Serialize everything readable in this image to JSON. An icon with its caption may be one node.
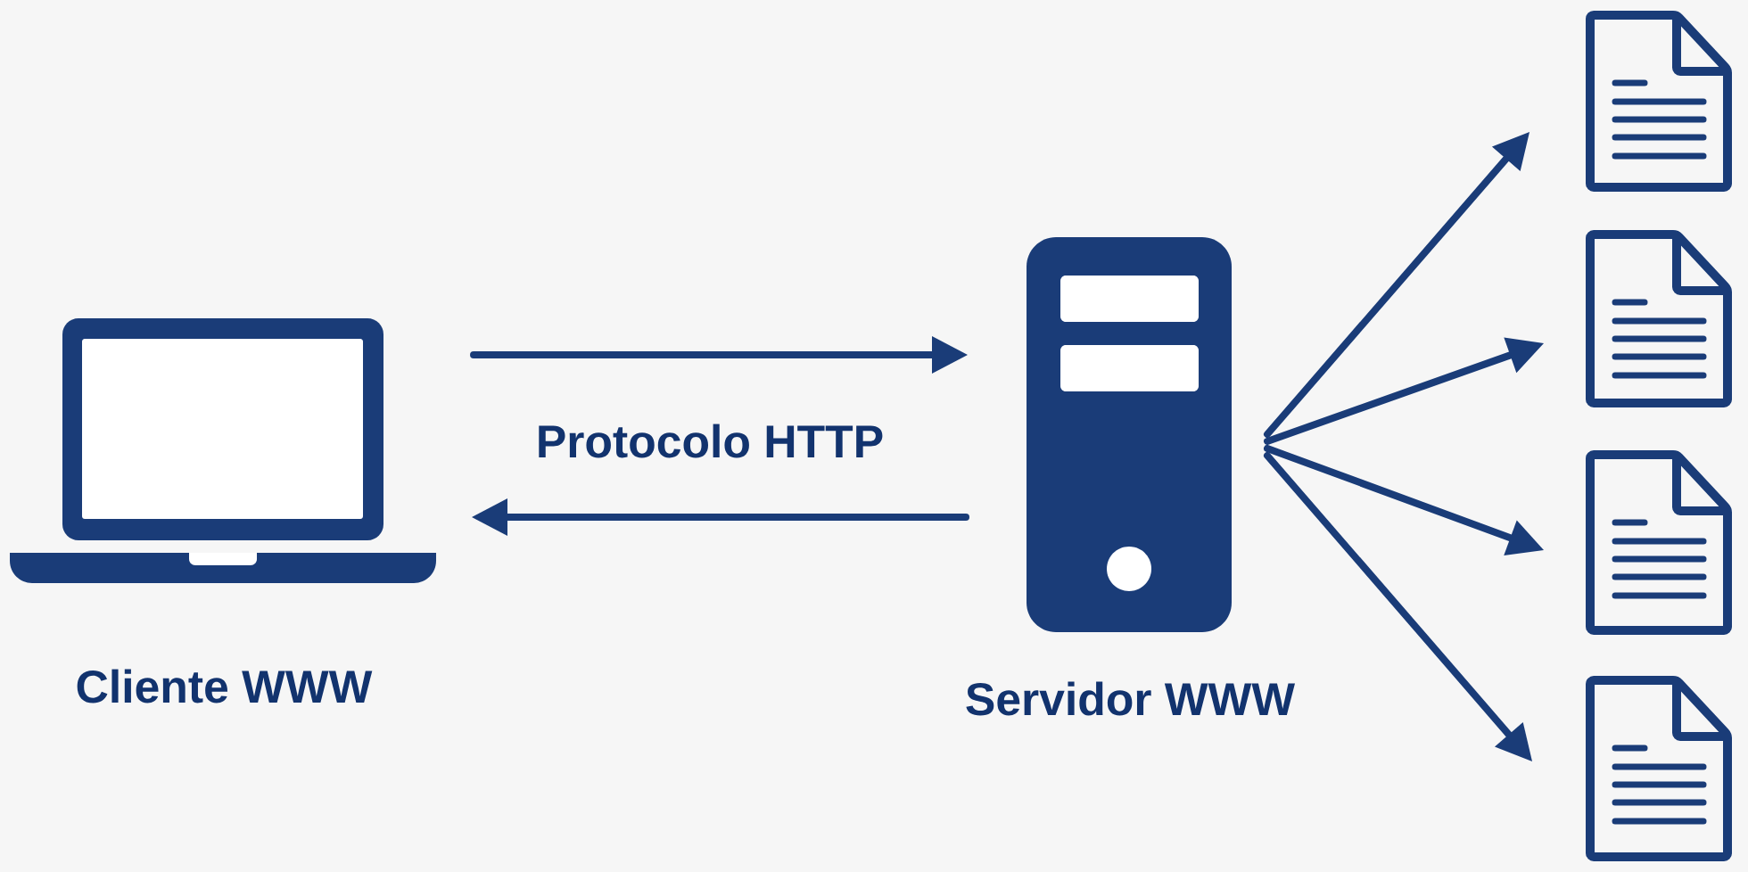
{
  "diagram": {
    "nodes": [
      {
        "text": [],
        "shape": "laptop",
        "beside": [
          "Cliente WWW"
        ]
      },
      {
        "text": [],
        "shape": "server",
        "beside": [
          "Servidor WWW"
        ]
      },
      {
        "text": [],
        "shape": "document"
      },
      {
        "text": [],
        "shape": "document"
      },
      {
        "text": [],
        "shape": "document"
      },
      {
        "text": [],
        "shape": "document"
      }
    ],
    "edges": [
      {
        "from": 0,
        "to": 1,
        "arrow": "to"
      },
      {
        "from": 1,
        "to": 0,
        "arrow": "to"
      },
      {
        "from": 1,
        "to": 2,
        "arrow": "to"
      },
      {
        "from": 1,
        "to": 3,
        "arrow": "to"
      },
      {
        "from": 1,
        "to": 4,
        "arrow": "to"
      },
      {
        "from": 1,
        "to": 5,
        "arrow": "to"
      }
    ],
    "labels": [
      "Protocolo HTTP"
    ]
  }
}
